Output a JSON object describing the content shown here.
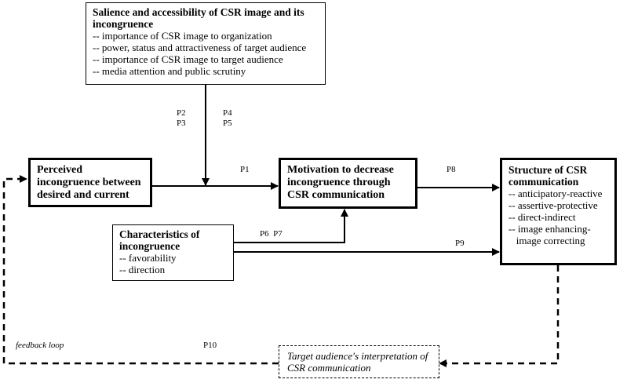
{
  "salience": {
    "title": "Salience and accessibility of CSR image and its incongruence",
    "items": [
      "-- importance of CSR image to organization",
      "-- power, status and attractiveness of  target audience",
      "-- importance of CSR image to target audience",
      "-- media attention and public scrutiny"
    ]
  },
  "perceived": {
    "title": "Perceived incongruence between desired and current"
  },
  "motivation": {
    "title": "Motivation to decrease incongruence through CSR communication"
  },
  "structure": {
    "title": "Structure of CSR communication",
    "items": [
      "-- anticipatory-reactive",
      "-- assertive-protective",
      "-- direct-indirect",
      "-- image enhancing-",
      "   image correcting"
    ]
  },
  "characteristics": {
    "title": "Characteristics of incongruence",
    "items": [
      "-- favorability",
      "-- direction"
    ]
  },
  "target": {
    "title": "Target audience's interpretation of CSR communication"
  },
  "labels": {
    "p1": "P1",
    "p2": "P2",
    "p3": "P3",
    "p4": "P4",
    "p5": "P5",
    "p6p7": "P6  P7",
    "p8": "P8",
    "p9": "P9",
    "p10": "P10",
    "feedback": "feedback loop"
  }
}
